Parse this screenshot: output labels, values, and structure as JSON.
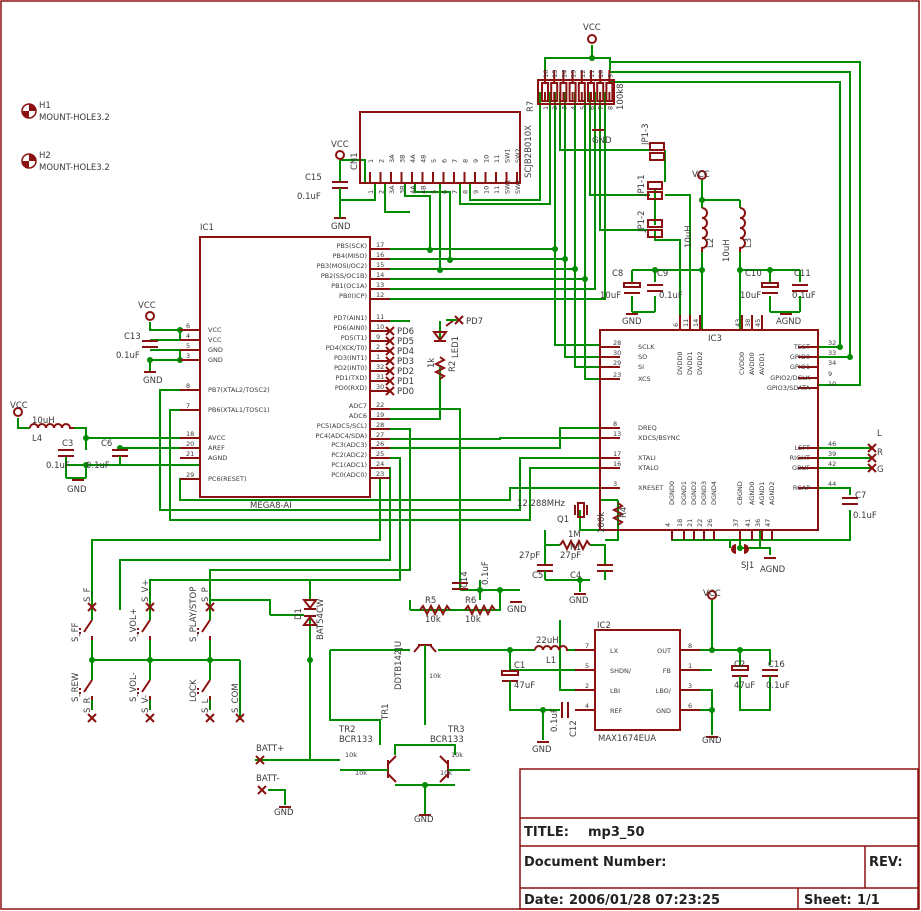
{
  "title_block": {
    "title_label": "TITLE:",
    "title_value": "mp3_50",
    "doc_number_label": "Document Number:",
    "rev_label": "REV:",
    "date_label": "Date:",
    "date_value": "2006/01/28 07:23:25",
    "sheet_label": "Sheet:",
    "sheet_value": "1/1"
  },
  "holes": [
    {
      "ref": "H1",
      "value": "MOUNT-HOLE3.2"
    },
    {
      "ref": "H2",
      "value": "MOUNT-HOLE3.2"
    }
  ],
  "ic1": {
    "ref": "IC1",
    "value": "MEGA8-AI",
    "pins_right": [
      {
        "num": "17",
        "name": "PB5(SCK)"
      },
      {
        "num": "16",
        "name": "PB4(MISO)"
      },
      {
        "num": "15",
        "name": "PB3(MOSI/OC2)"
      },
      {
        "num": "14",
        "name": "PB2(SS/OC1B)"
      },
      {
        "num": "13",
        "name": "PB1(OC1A)"
      },
      {
        "num": "12",
        "name": "PB0(ICP)"
      },
      {
        "num": "11",
        "name": "PD7(AIN1)"
      },
      {
        "num": "10",
        "name": "PD6(AIN0)"
      },
      {
        "num": "9",
        "name": "PD5(T1)"
      },
      {
        "num": "2",
        "name": "PD4(XCK/T0)"
      },
      {
        "num": "1",
        "name": "PD3(INT1)"
      },
      {
        "num": "32",
        "name": "PD2(INT0)"
      },
      {
        "num": "31",
        "name": "PD1(TXD)"
      },
      {
        "num": "30",
        "name": "PD0(RXD)"
      },
      {
        "num": "22",
        "name": "ADC7"
      },
      {
        "num": "19",
        "name": "ADC6"
      },
      {
        "num": "28",
        "name": "PC5(ADC5/SCL)"
      },
      {
        "num": "27",
        "name": "PC4(ADC4/SDA)"
      },
      {
        "num": "26",
        "name": "PC3(ADC3)"
      },
      {
        "num": "25",
        "name": "PC2(ADC2)"
      },
      {
        "num": "24",
        "name": "PC1(ADC1)"
      },
      {
        "num": "23",
        "name": "PC0(ADC0)"
      }
    ],
    "pins_left": [
      {
        "num": "6",
        "name": "VCC"
      },
      {
        "num": "4",
        "name": "VCC"
      },
      {
        "num": "5",
        "name": "GND"
      },
      {
        "num": "3",
        "name": "GND"
      },
      {
        "num": "8",
        "name": "PB7(XTAL2/TOSC2)"
      },
      {
        "num": "7",
        "name": "PB6(XTAL1/TOSC1)"
      },
      {
        "num": "18",
        "name": "AVCC"
      },
      {
        "num": "20",
        "name": "AREF"
      },
      {
        "num": "21",
        "name": "AGND"
      },
      {
        "num": "29",
        "name": "PC6(RESET)"
      }
    ],
    "port_labels": [
      "PD6",
      "PD5",
      "PD4",
      "PD3",
      "PD2",
      "PD1",
      "PD0"
    ]
  },
  "ic3": {
    "ref": "IC3",
    "pins_left": [
      {
        "num": "28",
        "name": "SCLK"
      },
      {
        "num": "30",
        "name": "SO"
      },
      {
        "num": "29",
        "name": "SI"
      },
      {
        "num": "23",
        "name": "XCS"
      },
      {
        "num": "8",
        "name": "DREQ"
      },
      {
        "num": "13",
        "name": "XDCS/BSYNC"
      },
      {
        "num": "17",
        "name": "XTALI"
      },
      {
        "num": "16",
        "name": "XTALO"
      },
      {
        "num": "3",
        "name": "XRESET"
      }
    ],
    "pins_right": [
      {
        "num": "32",
        "name": "TEST"
      },
      {
        "num": "33",
        "name": "GPIO0"
      },
      {
        "num": "34",
        "name": "GPIO1"
      },
      {
        "num": "9",
        "name": "GPIO2/DCLK"
      },
      {
        "num": "10",
        "name": "GPIO3/SDATA"
      },
      {
        "num": "46",
        "name": "LEFT"
      },
      {
        "num": "39",
        "name": "RIGHT"
      },
      {
        "num": "42",
        "name": "GBUF"
      },
      {
        "num": "44",
        "name": "RCAP"
      }
    ],
    "top_names": [
      "DVDD0",
      "DVDD1",
      "DVDD2",
      "CVDD0",
      "AVDD0",
      "AVDD1"
    ],
    "top_nums": [
      "6",
      "11",
      "14",
      "43",
      "38",
      "45"
    ],
    "bottom_names": [
      "DGND0",
      "DGND1",
      "DGND2",
      "DGND3",
      "DGND4",
      "CBGND",
      "AGND0",
      "AGND1",
      "AGND2"
    ],
    "bottom_nums": [
      "4",
      "18",
      "21",
      "22",
      "26",
      "37",
      "41",
      "36",
      "47"
    ]
  },
  "ic2": {
    "ref": "IC2",
    "value": "MAX1674EUA",
    "pins": [
      {
        "num": "7",
        "name": "LX"
      },
      {
        "num": "5",
        "name": "SHDN/"
      },
      {
        "num": "2",
        "name": "LBI"
      },
      {
        "num": "4",
        "name": "REF"
      },
      {
        "num": "8",
        "name": "OUT"
      },
      {
        "num": "1",
        "name": "FB"
      },
      {
        "num": "3",
        "name": "LBO/"
      },
      {
        "num": "6",
        "name": "GND"
      }
    ]
  },
  "cn1": {
    "ref": "CN1",
    "value": "SCJB2B010X",
    "pins": [
      "1",
      "2",
      "3A",
      "3B",
      "4A",
      "4B",
      "5",
      "6",
      "7",
      "8",
      "9",
      "10",
      "11",
      "SW1",
      "SW2"
    ]
  },
  "r7": {
    "ref": "R7",
    "value": "100k8",
    "pins_top": [
      "16",
      "15",
      "14",
      "13",
      "12",
      "11",
      "10",
      "9"
    ],
    "pins_bottom": [
      "1",
      "2",
      "3",
      "4",
      "5",
      "6",
      "7",
      "8"
    ]
  },
  "components": {
    "c15": {
      "ref": "C15",
      "value": "0.1uF"
    },
    "c13": {
      "ref": "C13",
      "value": "0.1uF"
    },
    "l4": {
      "ref": "L4",
      "value": "10uH"
    },
    "c3": {
      "ref": "C3",
      "value": "0.1uF"
    },
    "c6": {
      "ref": "C6",
      "value": "0.1uF"
    },
    "c8": {
      "ref": "C8",
      "value": "10uF"
    },
    "c9": {
      "ref": "C9",
      "value": "0.1uF"
    },
    "c10": {
      "ref": "C10",
      "value": "10uF"
    },
    "c11": {
      "ref": "C11",
      "value": "0.1uF"
    },
    "l2": {
      "ref": "L2",
      "value": "10uH"
    },
    "l3": {
      "ref": "L3",
      "value": "10uH"
    },
    "r2": {
      "ref": "R2",
      "value": "1k"
    },
    "led1": {
      "ref": "LED1"
    },
    "jp13": {
      "ref": "JP1-3"
    },
    "jp11": {
      "ref": "JP1-1"
    },
    "jp12": {
      "ref": "JP1-2"
    },
    "q1": {
      "ref": "Q1",
      "value": "12.288MHz"
    },
    "r4": {
      "ref": "R4",
      "value": "100k"
    },
    "r1": {
      "ref": "R1",
      "value": "1M"
    },
    "c5": {
      "ref": "C5",
      "value": "27pF"
    },
    "c4": {
      "ref": "C4",
      "value": "27pF"
    },
    "c7": {
      "ref": "C7",
      "value": "0.1uF"
    },
    "sj1": {
      "ref": "SJ1"
    },
    "c14": {
      "ref": "C14",
      "value": "0.1uF"
    },
    "r5": {
      "ref": "R5",
      "value": "10k"
    },
    "r6": {
      "ref": "R6",
      "value": "10k"
    },
    "d1": {
      "ref": "D1",
      "value": "BAT54CW"
    },
    "l1": {
      "ref": "L1",
      "value": "22uH"
    },
    "c1": {
      "ref": "C1",
      "value": "47uF"
    },
    "c12": {
      "ref": "C12",
      "value": "0.1uF"
    },
    "c2": {
      "ref": "C2",
      "value": "47uF"
    },
    "c16": {
      "ref": "C16",
      "value": "0.1uF"
    },
    "tr1": {
      "ref": "TR1",
      "value": "DDTB142JU",
      "r": "10k"
    },
    "tr2": {
      "ref": "TR2",
      "value": "BCR133",
      "r1": "10k",
      "r2": "10k"
    },
    "tr3": {
      "ref": "TR3",
      "value": "BCR133",
      "r1": "10k",
      "r2": "10k"
    }
  },
  "supplies": {
    "vcc": "VCC",
    "gnd": "GND",
    "agnd": "AGND"
  },
  "nets": {
    "pd7": "PD7",
    "l": "L",
    "r": "R",
    "g": "G",
    "batt_plus": "BATT+",
    "batt_minus": "BATT-"
  },
  "switches": [
    "S_FF",
    "S_VOL+",
    "S_V+",
    "S_PLAY/STOP",
    "S_P",
    "S_REW",
    "S_VOL-",
    "S_V-",
    "LOCK",
    "S_COM",
    "S_R",
    "S_L"
  ]
}
